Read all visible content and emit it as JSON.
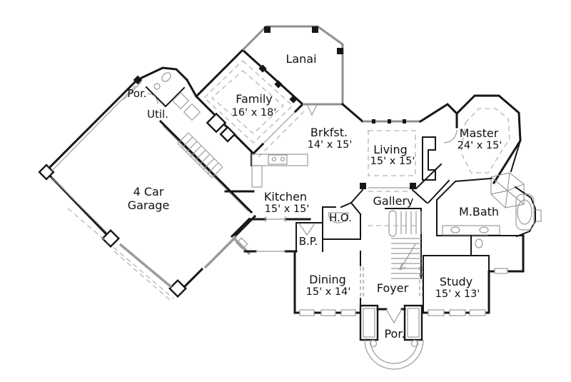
{
  "palette": {
    "wall": "#161616",
    "detail": "#9a9a9a",
    "dash": "#b4b4b4",
    "ink": "#111111",
    "bg": "#ffffff"
  },
  "plan": {
    "type": "architectural-floor-plan",
    "rooms": {
      "lanai": {
        "label": "Lanai"
      },
      "family": {
        "label": "Family",
        "dims": "16' x 18'"
      },
      "por_top": {
        "label": "Por."
      },
      "util": {
        "label": "Util."
      },
      "garage": {
        "line1": "4 Car",
        "line2": "Garage"
      },
      "brkfst": {
        "label": "Brkfst.",
        "dims": "14' x 15'"
      },
      "living": {
        "label": "Living",
        "dims": "15' x 15'"
      },
      "master": {
        "label": "Master",
        "dims": "24' x 15'"
      },
      "kitchen": {
        "label": "Kitchen",
        "dims": "15' x 15'"
      },
      "ho": {
        "label": "H.O."
      },
      "gallery": {
        "label": "Gallery"
      },
      "mbath": {
        "label": "M.Bath"
      },
      "bp": {
        "label": "B.P."
      },
      "dining": {
        "label": "Dining",
        "dims": "15' x 14'"
      },
      "foyer": {
        "label": "Foyer"
      },
      "study": {
        "label": "Study",
        "dims": "15' x 13'"
      },
      "por_bottom": {
        "label": "Por."
      }
    }
  }
}
